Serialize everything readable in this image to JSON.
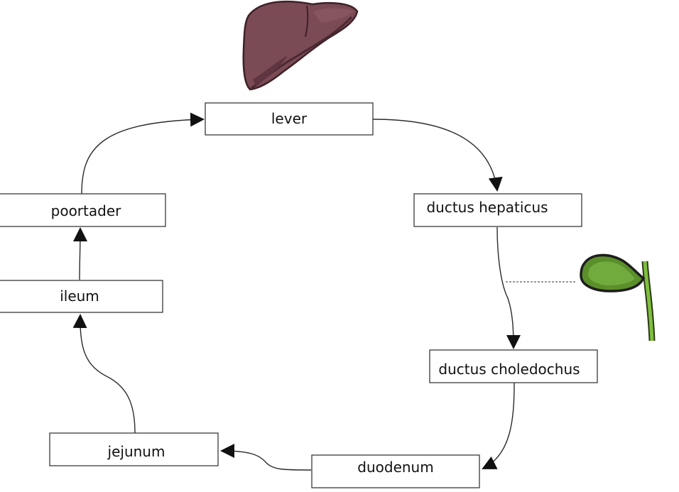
{
  "diagram": {
    "nodes": {
      "lever": "lever",
      "ductus_hepaticus": "ductus hepaticus",
      "ductus_choledochus": "ductus choledochus",
      "duodenum": "duodenum",
      "jejunum": "jejunum",
      "ileum": "ileum",
      "poortader": "poortader"
    },
    "edges": [
      {
        "from": "lever",
        "to": "ductus hepaticus"
      },
      {
        "from": "ductus hepaticus",
        "to": "ductus choledochus"
      },
      {
        "from": "ductus choledochus",
        "to": "duodenum"
      },
      {
        "from": "duodenum",
        "to": "jejunum"
      },
      {
        "from": "jejunum",
        "to": "ileum"
      },
      {
        "from": "ileum",
        "to": "poortader"
      },
      {
        "from": "poortader",
        "to": "lever"
      }
    ],
    "illustrations": {
      "liver": "liver-illustration",
      "gallbladder": "gallbladder-illustration"
    },
    "colors": {
      "liver": "#7a4a55",
      "gallbladder": "#6fa83a",
      "box_stroke": "#3a3a3a"
    }
  }
}
